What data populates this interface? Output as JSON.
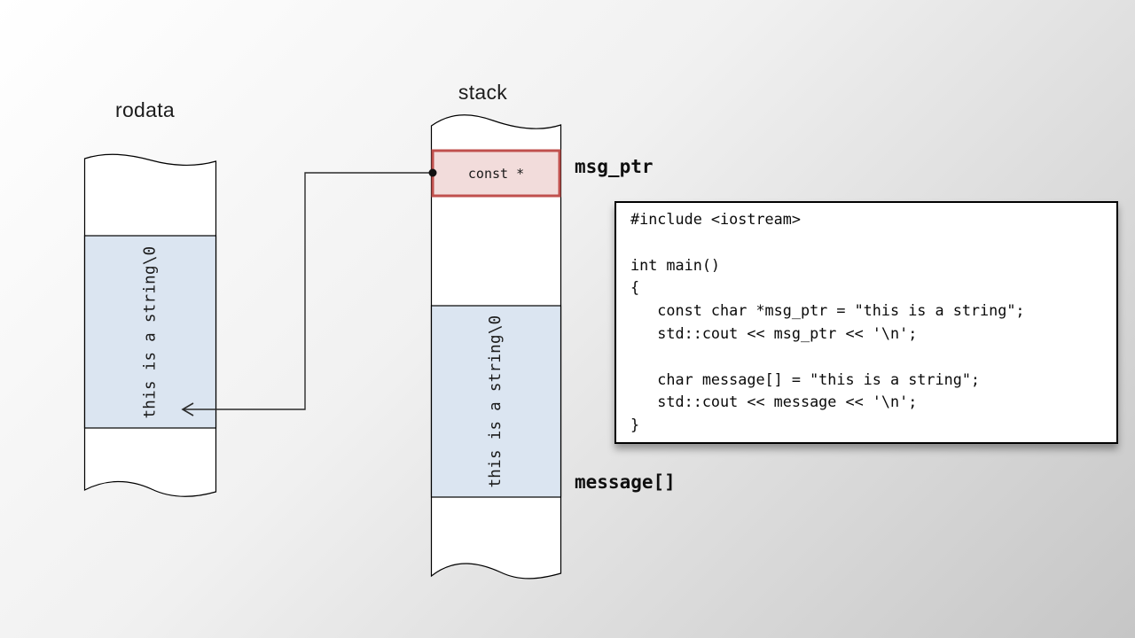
{
  "diagram": {
    "rodata": {
      "label": "rodata",
      "string_cell": "this is a string\\0"
    },
    "stack": {
      "label": "stack",
      "pointer_cell": "const *",
      "pointer_name": "msg_ptr",
      "array_name": "message[]",
      "string_cell": "this is a string\\0"
    }
  },
  "code": {
    "lines": [
      "#include <iostream>",
      "",
      "int main()",
      "{",
      "   const char *msg_ptr = \"this is a string\";",
      "   std::cout << msg_ptr << '\\n';",
      "",
      "   char message[] = \"this is a string\";",
      "   std::cout << message << '\\n';",
      "}"
    ]
  },
  "colors": {
    "string_cell_fill": "#dbe5f1",
    "pointer_cell_fill": "#f2dcdb",
    "pointer_cell_border": "#c0504d",
    "outline": "#000000",
    "connector": "#2b2b2b"
  }
}
